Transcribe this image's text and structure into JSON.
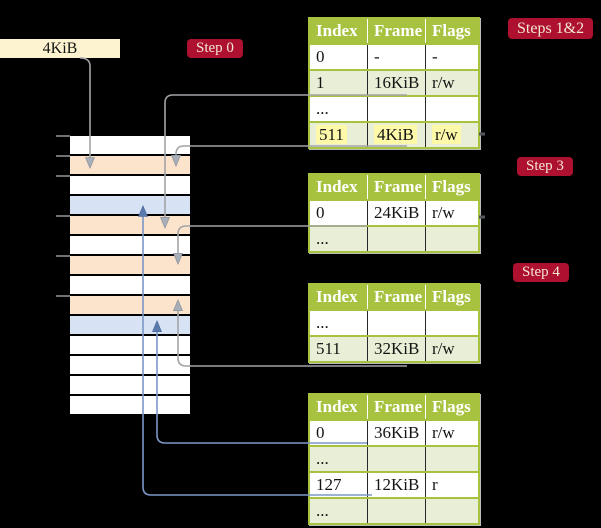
{
  "frame_label": {
    "text": "4KiB"
  },
  "badges": {
    "steps_1_2": "Steps 1&2",
    "step0": "Step 0",
    "step3": "Step 3",
    "step4": "Step 4"
  },
  "memory_strip": {
    "rows": [
      "white",
      "orange",
      "white",
      "blue",
      "orange",
      "white",
      "orange",
      "white",
      "orange",
      "blue",
      "white",
      "white",
      "white",
      "white"
    ]
  },
  "tables": [
    {
      "label": "page-table-steps-1-2",
      "headers": [
        "Index",
        "Frame",
        "Flags"
      ],
      "rows": [
        {
          "cells": [
            "0",
            "-",
            "-"
          ],
          "shaded": false,
          "highlight": false
        },
        {
          "cells": [
            "1",
            "16KiB",
            "r/w"
          ],
          "shaded": true,
          "highlight": false
        },
        {
          "cells": [
            "...",
            "",
            ""
          ],
          "shaded": false,
          "highlight": false
        },
        {
          "cells": [
            "511",
            "4KiB",
            "r/w"
          ],
          "shaded": true,
          "highlight": true
        }
      ]
    },
    {
      "label": "page-table-step-3",
      "headers": [
        "Index",
        "Frame",
        "Flags"
      ],
      "rows": [
        {
          "cells": [
            "0",
            "24KiB",
            "r/w"
          ],
          "shaded": false,
          "highlight": false
        },
        {
          "cells": [
            "...",
            "",
            ""
          ],
          "shaded": true,
          "highlight": false
        }
      ]
    },
    {
      "label": "page-table-step-4",
      "headers": [
        "Index",
        "Frame",
        "Flags"
      ],
      "rows": [
        {
          "cells": [
            "...",
            "",
            ""
          ],
          "shaded": false,
          "highlight": false
        },
        {
          "cells": [
            "511",
            "32KiB",
            "r/w"
          ],
          "shaded": true,
          "highlight": false
        }
      ]
    },
    {
      "label": "page-table-final",
      "headers": [
        "Index",
        "Frame",
        "Flags"
      ],
      "rows": [
        {
          "cells": [
            "0",
            "36KiB",
            "r/w"
          ],
          "shaded": false,
          "highlight": false
        },
        {
          "cells": [
            "...",
            "",
            ""
          ],
          "shaded": true,
          "highlight": false
        },
        {
          "cells": [
            "127",
            "12KiB",
            "r"
          ],
          "shaded": false,
          "highlight": false
        },
        {
          "cells": [
            "...",
            "",
            ""
          ],
          "shaded": true,
          "highlight": false
        }
      ]
    }
  ],
  "colors": {
    "background": "#000000",
    "table_header_green": "#a6c23f",
    "table_row_green": "#e9efd6",
    "highlight_yellow": "#fdf9a8",
    "frame_orange": "#fce3cb",
    "frame_blue": "#d7e3f4",
    "badge_red": "#ae1130",
    "badge_text_cream": "#f2e8d0",
    "label_cream": "#fdf3d1",
    "connector_gray": "#a2a4a7",
    "connector_blue": "#7b97c7"
  }
}
